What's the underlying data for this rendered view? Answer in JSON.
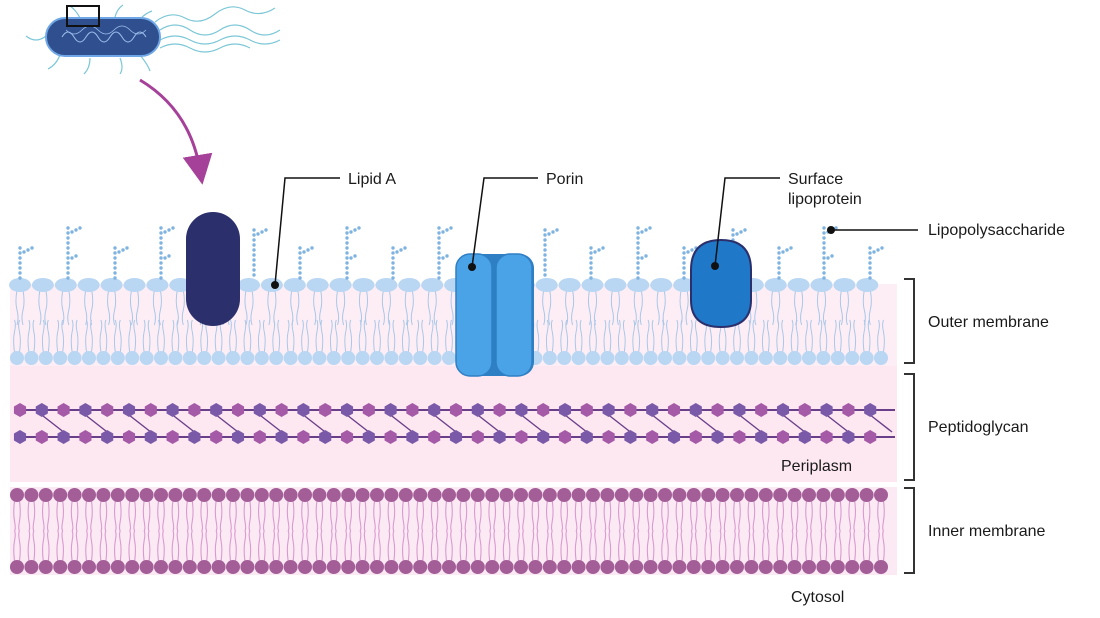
{
  "labels": {
    "lipid_a": "Lipid A",
    "porin": "Porin",
    "surface_lipoprotein_line1": "Surface",
    "surface_lipoprotein_line2": "lipoprotein",
    "lipopolysaccharide": "Lipopolysaccharide",
    "outer_membrane": "Outer membrane",
    "peptidoglycan": "Peptidoglycan",
    "periplasm": "Periplasm",
    "inner_membrane": "Inner membrane",
    "cytosol": "Cytosol"
  },
  "colors": {
    "outer_band_fill": "#fdeef6",
    "periplasm_fill": "#fde8f2",
    "outer_head": "#b9d6f2",
    "outer_tail": "#a9c7e8",
    "lps_dots": "#7fb3e0",
    "lipid_a_protein": "#2b2f6b",
    "porin_light": "#4aa3e6",
    "porin_dark": "#2f7fc4",
    "lipoprotein": "#1f79c8",
    "lipoprotein_stroke": "#2b2f6b",
    "pg_light": "#a45aa6",
    "pg_dark": "#7a5aa8",
    "pg_line": "#6a3f8a",
    "inner_head": "#a35e98",
    "inner_tail": "#d99ad0",
    "inner_fill": "#fbe9f4",
    "bracket": "#333333",
    "arrow": "#a6419a",
    "bacterium_fill": "#2f4f8f",
    "flagella": "#7cc7d6"
  },
  "icons": {
    "bacterium": "rod-bacterium-icon",
    "arrow": "curved-arrow-icon"
  }
}
